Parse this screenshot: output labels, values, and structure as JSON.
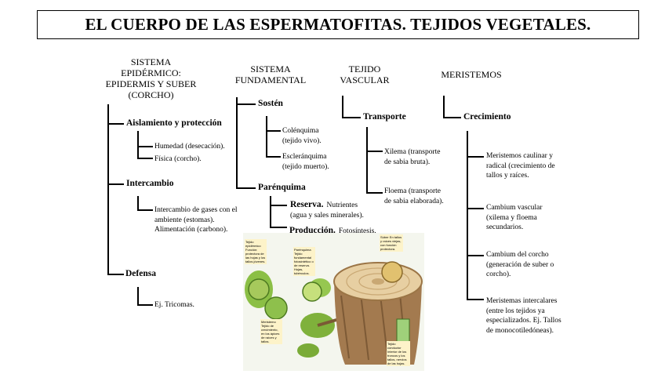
{
  "title": "EL CUERPO DE LAS ESPERMATOFITAS. TEJIDOS VEGETALES.",
  "col1": {
    "header": [
      "SISTEMA",
      "EPIDÉRMICO:",
      "EPIDERMIS Y SUBER",
      "(CORCHO)"
    ],
    "branch1": {
      "label": "Aislamiento y protección",
      "items": [
        "Humedad (desecación).",
        "Física (corcho)."
      ]
    },
    "branch2": {
      "label": "Intercambio",
      "items": [
        "Intercambio de gases con el",
        "ambiente (estomas).",
        "Alimentación (carbono)."
      ]
    },
    "branch3": {
      "label": "Defensa",
      "items": [
        "Ej. Tricomas."
      ]
    }
  },
  "col2": {
    "header": [
      "SISTEMA",
      "FUNDAMENTAL"
    ],
    "branch1": {
      "label": "Sostén",
      "items": [
        "Colénquima",
        "(tejido vivo).",
        "Escleránquima",
        "(tejido muerto)."
      ]
    },
    "branch2": {
      "label": "Parénquima",
      "reserva_label": "Reserva.",
      "reserva_text": "Nutrientes",
      "reserva_text2": "(agua y sales minerales).",
      "produccion_label": "Producción.",
      "produccion_text": "Fotosíntesis."
    }
  },
  "col3": {
    "header": [
      "TEJIDO",
      "VASCULAR"
    ],
    "branch1": {
      "label": "Transporte",
      "xilema": [
        "Xilema (transporte",
        "de sabia bruta)."
      ],
      "floema": [
        "Floema (transporte",
        "de sabia elaborada)."
      ]
    }
  },
  "col4": {
    "header": [
      "MERISTEMOS"
    ],
    "branch1": {
      "label": "Crecimiento",
      "items": [
        [
          "Meristemos caulinar y",
          "radical (crecimiento de",
          "tallos y raíces."
        ],
        [
          "Cambium vascular",
          "(xilema y floema",
          "secundarios."
        ],
        [
          "Cambium del corcho",
          "(generación de suber o",
          "corcho)."
        ],
        [
          "Meristemas intercalares",
          "(entre los tejidos ya",
          "especializados. Ej. Tallos",
          "de monocotiledóneas)."
        ]
      ]
    }
  },
  "figure": {
    "labels": {
      "epidermico": "Tejido epidérmico Función: protectora de las hojas y los tallos jóvenes.",
      "parenquima": "Parénquima Tejido fundamental fotosintético o de reserva. Hojas, tubérculos.",
      "suber": "Súber En tallos y raíces viejas, con función protectora.",
      "meristemo": "Meristemo Tejido de crecimiento, en los ápices de raíces y tallos.",
      "conductor": "Tejido conductor Interior de los troncos y los tallos, nervios de las hojas."
    }
  }
}
